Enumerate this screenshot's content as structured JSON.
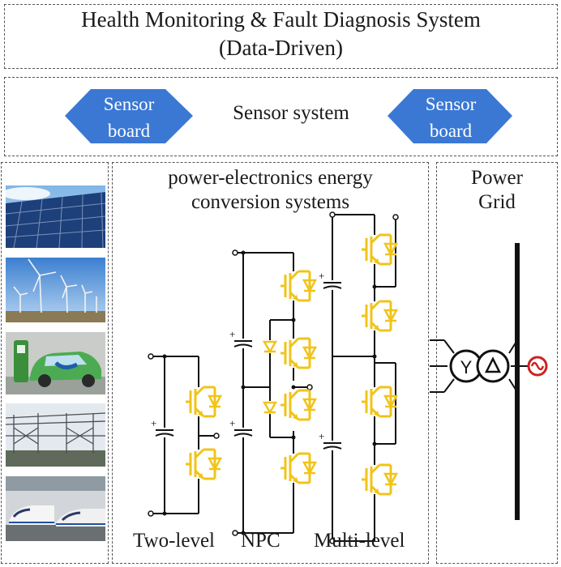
{
  "header": {
    "title_line1": "Health Monitoring & Fault Diagnosis System",
    "title_line2": "(Data-Driven)"
  },
  "sensor": {
    "left_board_line1": "Sensor",
    "left_board_line2": "board",
    "center_label": "Sensor system",
    "right_board_line1": "Sensor",
    "right_board_line2": "board",
    "board_color": "#3a78d4"
  },
  "conversion": {
    "title_line1": "power-electronics energy",
    "title_line2": "conversion systems",
    "label_two_level": "Two-level",
    "label_npc": "NPC",
    "label_multi_level": "Multi-level",
    "igbt_color": "#f0c419"
  },
  "grid": {
    "title_line1": "Power",
    "title_line2": "Grid",
    "source_color": "#cc2222"
  },
  "applications": [
    {
      "name": "solar-panels-photo"
    },
    {
      "name": "wind-turbines-photo"
    },
    {
      "name": "electric-vehicle-charging-photo"
    },
    {
      "name": "substation-photo"
    },
    {
      "name": "high-speed-train-photo"
    }
  ]
}
